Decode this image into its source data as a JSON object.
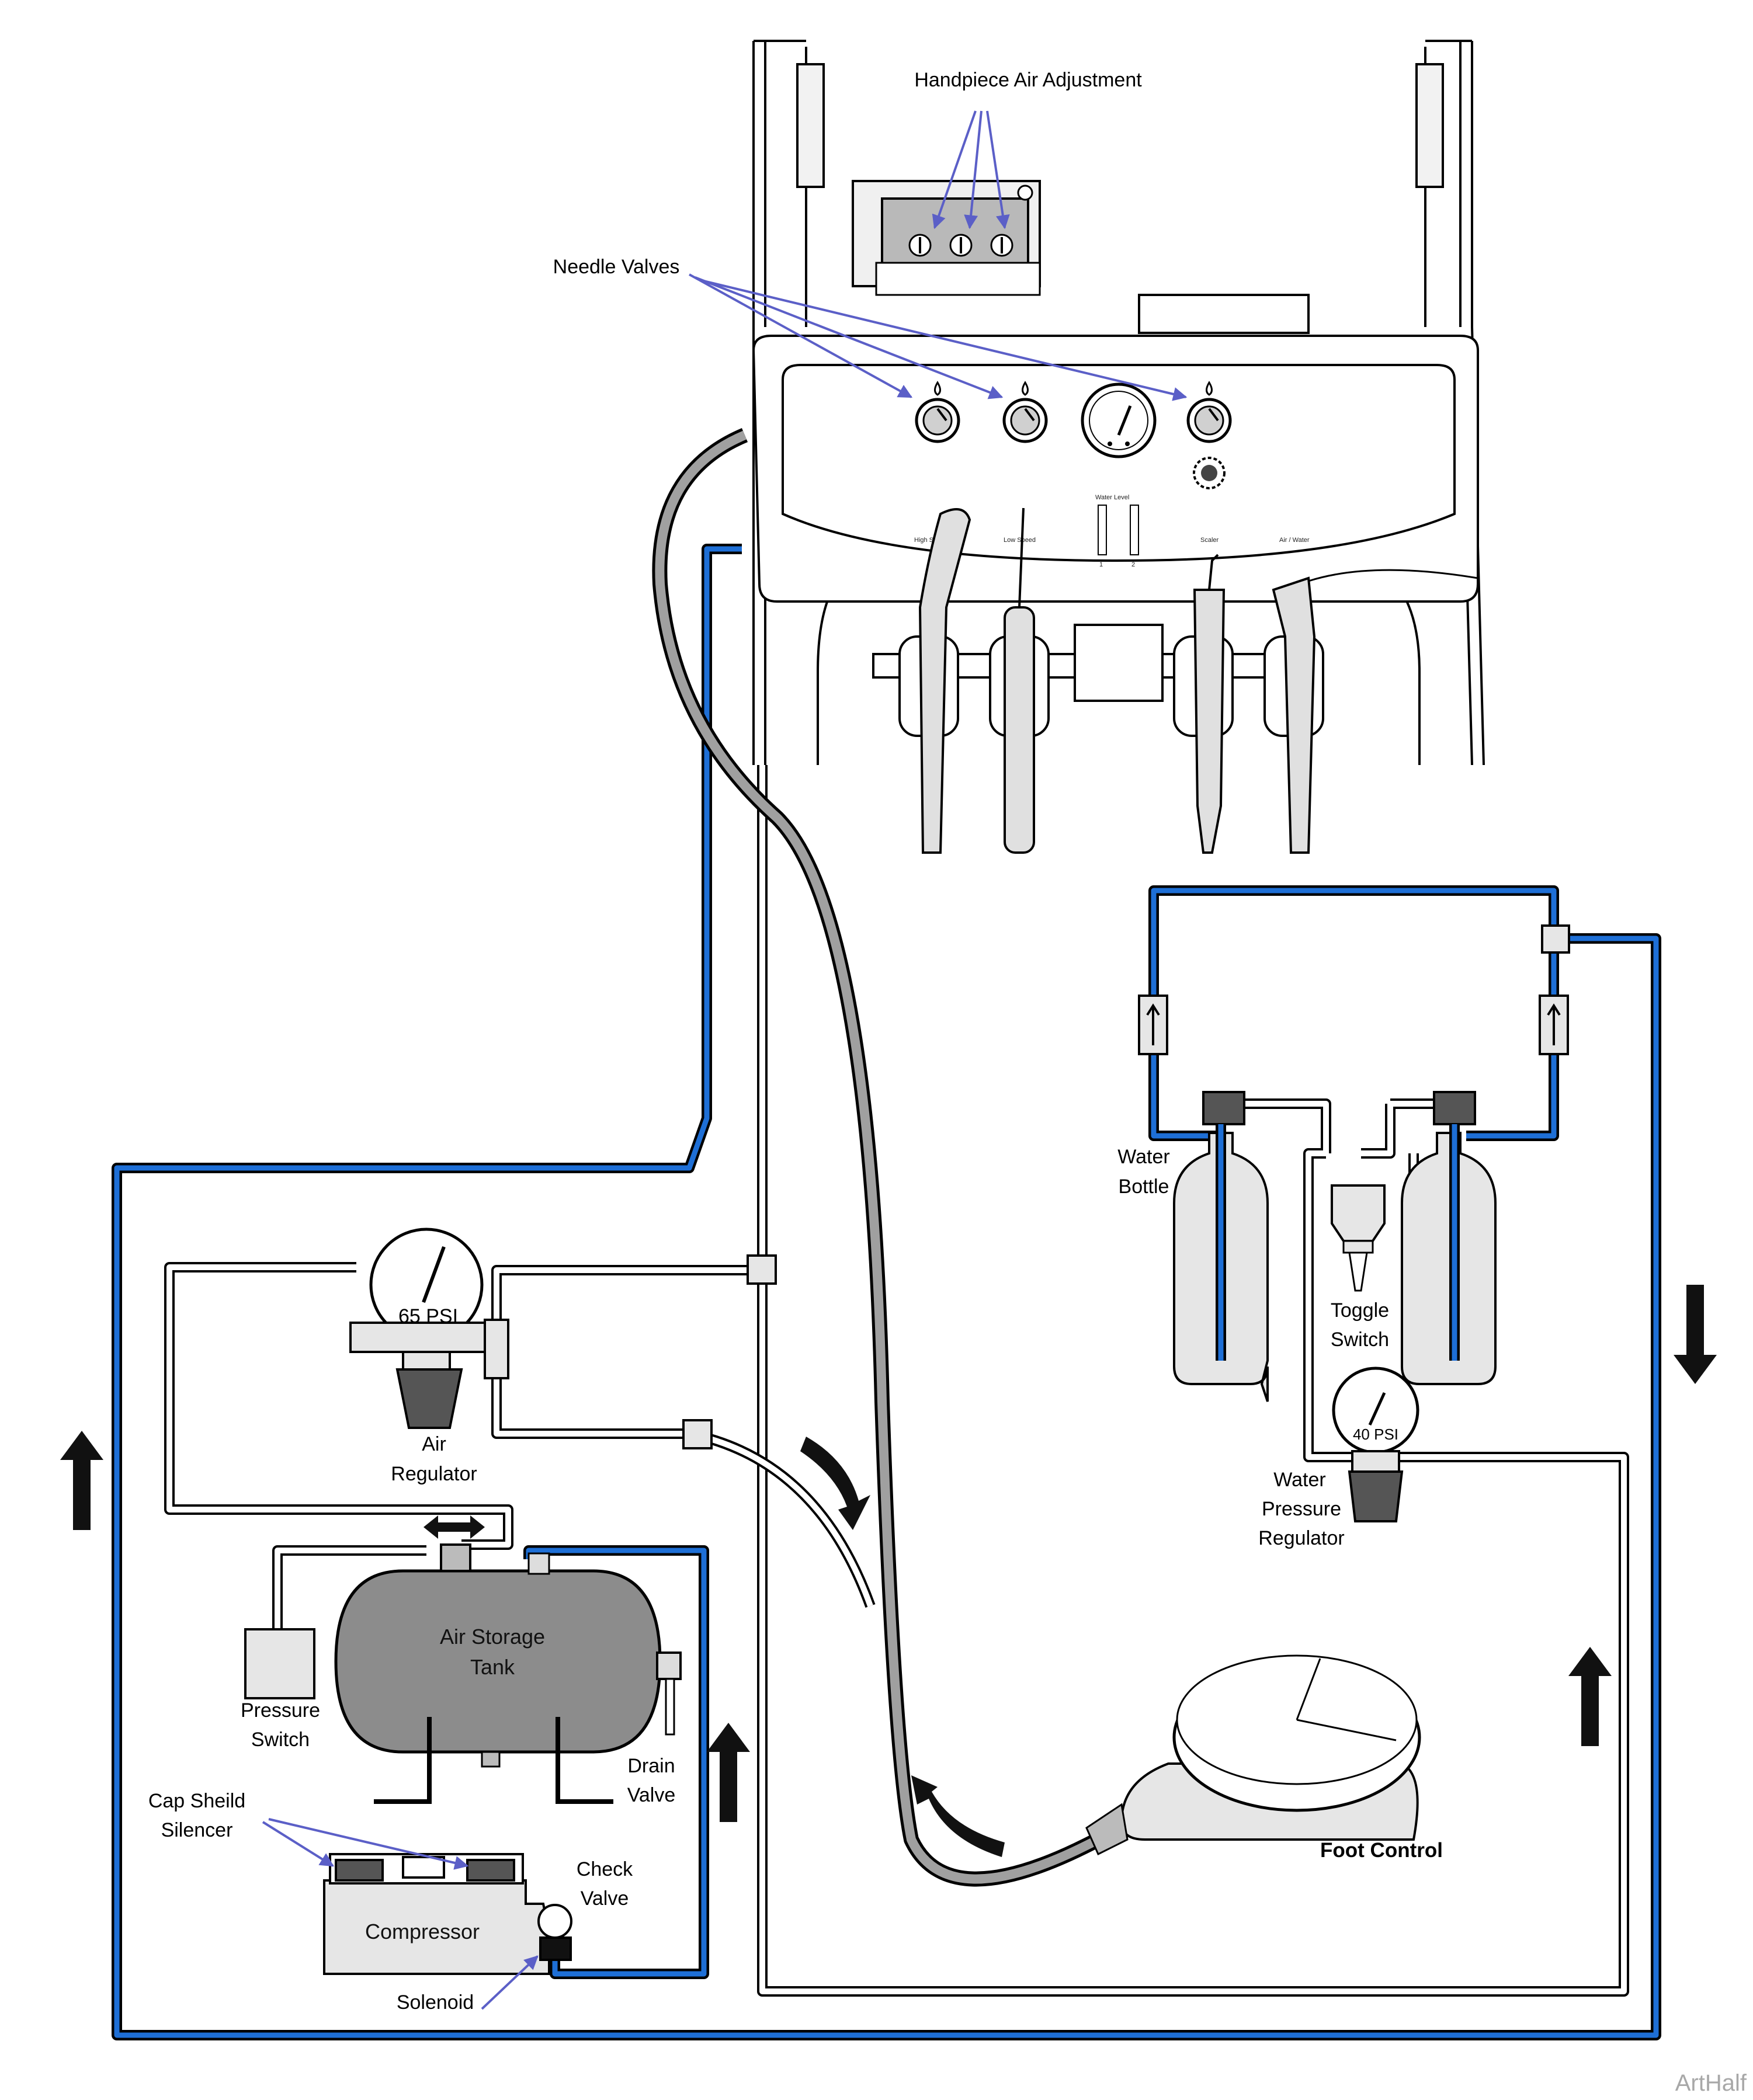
{
  "labels": {
    "handpiece_air_adjustment": "Handpiece Air Adjustment",
    "needle_valves": "Needle Valves",
    "water_bottle_1": "Water",
    "water_bottle_2": "Bottle",
    "toggle_switch_1": "Toggle",
    "toggle_switch_2": "Switch",
    "air_regulator_1": "Air",
    "air_regulator_2": "Regulator",
    "gauge_65": "65 PSI",
    "gauge_40": "40 PSI",
    "water_pressure_regulator_1": "Water",
    "water_pressure_regulator_2": "Pressure",
    "water_pressure_regulator_3": "Regulator",
    "air_storage_tank_1": "Air Storage",
    "air_storage_tank_2": "Tank",
    "pressure_switch_1": "Pressure",
    "pressure_switch_2": "Switch",
    "drain_valve_1": "Drain",
    "drain_valve_2": "Valve",
    "cap_shield_silencer_1": "Cap Sheild",
    "cap_shield_silencer_2": "Silencer",
    "compressor": "Compressor",
    "check_valve_1": "Check",
    "check_valve_2": "Valve",
    "solenoid": "Solenoid",
    "foot_control": "Foot Control"
  },
  "panel_text": {
    "high_speed": "High S",
    "low_speed": "Low Speed",
    "water_level": "Water Level",
    "water_level_marks": [
      "1",
      "2"
    ],
    "scaler": "Scaler",
    "air_water": "Air / Water"
  },
  "watermark": "ArtHalf",
  "colors": {
    "water_line": "#1e6fd6",
    "callout_arrow": "#5b5fc7",
    "tank_fill": "#8c8c8c",
    "hose": "#a0a0a0",
    "component_fill": "#e6e6e6"
  },
  "icons": {
    "flow_up": "arrow-up-icon",
    "flow_down": "arrow-down-icon",
    "flow_curved": "curved-arrow-icon",
    "bidirectional": "double-arrow-icon"
  }
}
